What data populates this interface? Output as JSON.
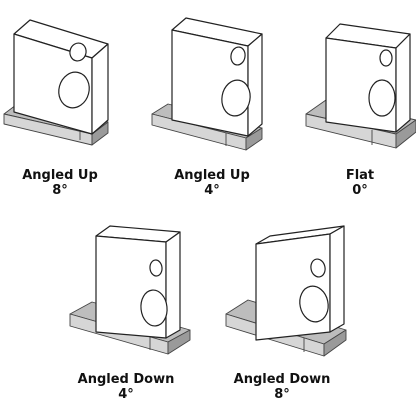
{
  "items": [
    {
      "title": "Angled Up",
      "angle": "8°"
    },
    {
      "title": "Angled Up",
      "angle": "4°"
    },
    {
      "title": "Flat",
      "angle": "0°"
    },
    {
      "title": "Angled Down",
      "angle": "4°"
    },
    {
      "title": "Angled Down",
      "angle": "8°"
    }
  ],
  "colors": {
    "outline": "#222222",
    "wedge_top": "#bdbdbd",
    "wedge_face": "#d6d6d6",
    "wedge_edge": "#9a9a9a",
    "background": "#ffffff"
  }
}
